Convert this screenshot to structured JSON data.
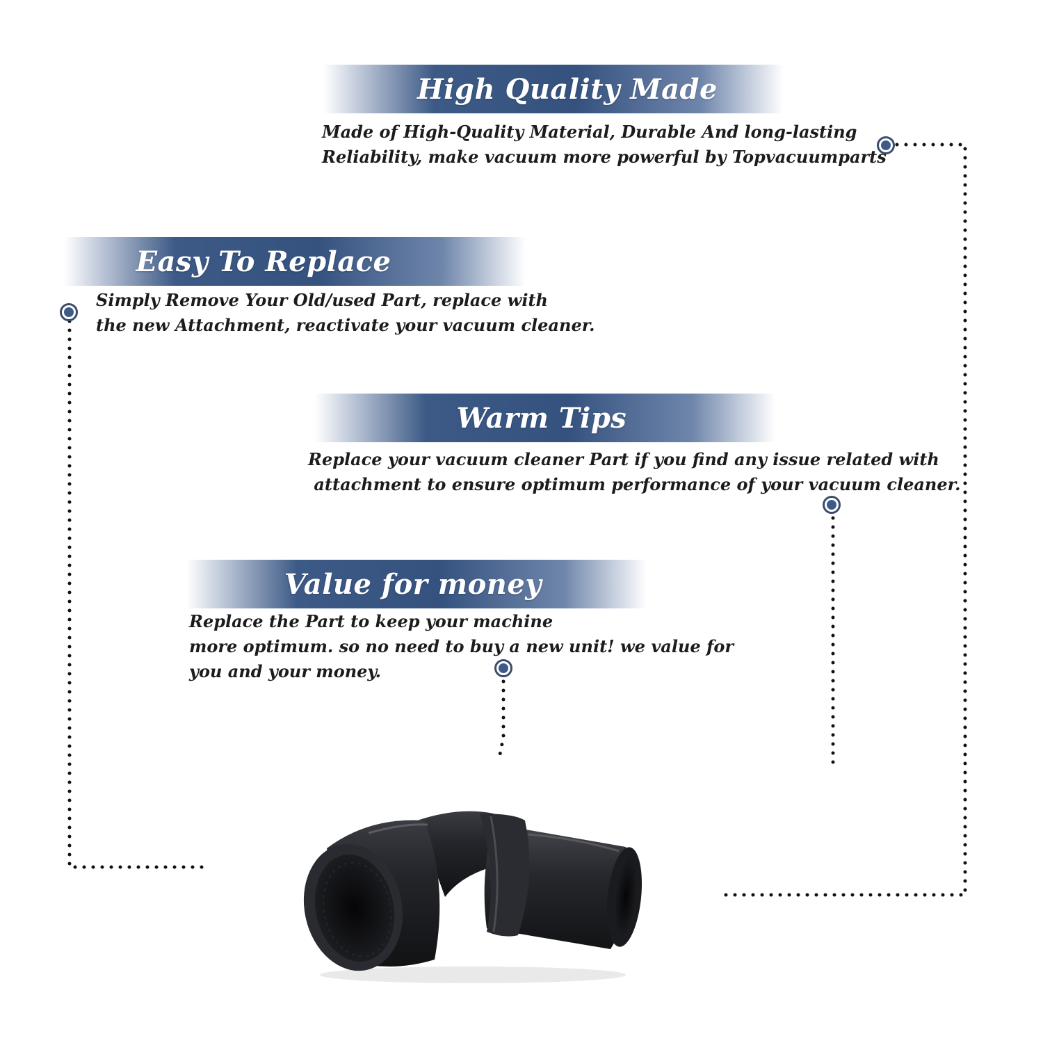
{
  "sections": [
    {
      "title": "High Quality Made",
      "lines": [
        "Made of  High-Quality Material, Durable And long-lasting",
        "Reliability, make vacuum more powerful by Topvacuumparts"
      ]
    },
    {
      "title": "Easy To Replace",
      "lines": [
        "Simply Remove Your Old/used Part, replace with",
        "the new Attachment, reactivate your vacuum cleaner."
      ]
    },
    {
      "title": "Warm Tips",
      "lines": [
        "Replace your vacuum cleaner Part if you find any issue related with",
        " attachment to ensure optimum performance of your vacuum cleaner."
      ]
    },
    {
      "title": "Value for money",
      "lines": [
        "Replace the Part to keep your machine",
        "more optimum. so no need to buy a new unit! we value for",
        "you and your money."
      ]
    }
  ],
  "colors": {
    "banner": "#3d5a86",
    "node": "#3d5a8a",
    "text": "#1c1c1c",
    "product": "#1e1f23"
  },
  "product_icon": "vacuum-elbow-adapter"
}
